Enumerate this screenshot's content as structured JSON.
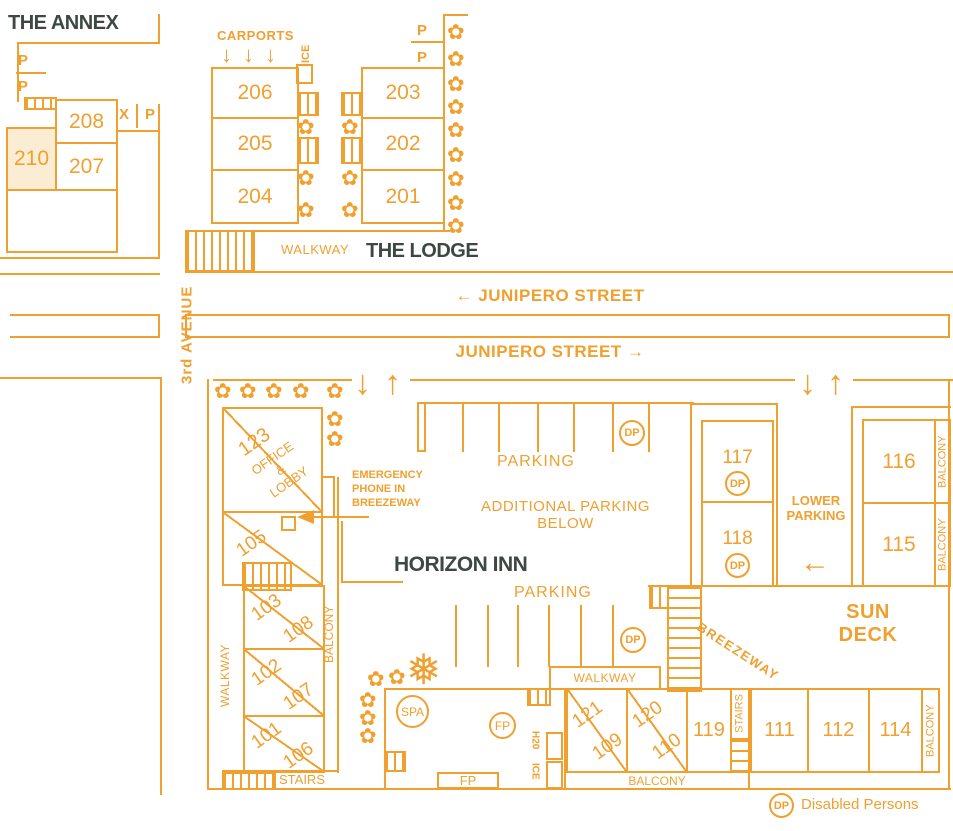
{
  "colors": {
    "accent": "#efa02f",
    "dark_text": "#3e4843",
    "room_highlight_fill": "#faedd3"
  },
  "icons": {
    "flower": "✿",
    "snowflake": "❅",
    "arrow_down": "↓",
    "arrow_up": "↑",
    "arrow_left": "←"
  },
  "annex": {
    "title": "THE ANNEX",
    "p_top": "P",
    "p_bottom": "P",
    "x_mark": "X",
    "p_side": "P",
    "room_208": "208",
    "room_210": "210",
    "room_207": "207"
  },
  "lodge": {
    "title": "THE LODGE",
    "carports": "CARPORTS",
    "ice": "ICE",
    "p_top": "P",
    "p_bottom": "P",
    "walkway": "WALKWAY",
    "room_206": "206",
    "room_205": "205",
    "room_204": "204",
    "room_203": "203",
    "room_202": "202",
    "room_201": "201"
  },
  "streets": {
    "third_avenue": "3rd AVENUE",
    "junipero_westbound": "← JUNIPERO STREET",
    "junipero_eastbound": "JUNIPERO STREET →"
  },
  "inn": {
    "title": "HORIZON INN",
    "room_123": "123",
    "office_lobby": "OFFICE\n&\nLOBBY",
    "room_105": "105",
    "emergency_note": "EMERGENCY\nPHONE IN\nBREEZEWAY",
    "parking_upper": "PARKING",
    "additional_parking": "ADDITIONAL PARKING\nBELOW",
    "lower_parking": "LOWER\nPARKING",
    "parking_mid": "PARKING",
    "walkway_left": "WALKWAY",
    "walkway_mid": "WALKWAY",
    "balcony": "BALCONY",
    "stairs": "STAIRS",
    "breezeway": "BREEZEWAY",
    "sun_deck": "SUN\nDECK",
    "spa": "SPA",
    "fp": "FP",
    "h2o": "H20",
    "ice": "ICE",
    "dp": "DP",
    "room_101": "101",
    "room_102": "102",
    "room_103": "103",
    "room_105b": "105",
    "room_106": "106",
    "room_107": "107",
    "room_108": "108",
    "room_109": "109",
    "room_110": "110",
    "room_111": "111",
    "room_112": "112",
    "room_114": "114",
    "room_115": "115",
    "room_116": "116",
    "room_117": "117",
    "room_118": "118",
    "room_119": "119",
    "room_120": "120",
    "room_121": "121"
  },
  "legend": {
    "dp": "DP",
    "text": "Disabled Persons"
  }
}
